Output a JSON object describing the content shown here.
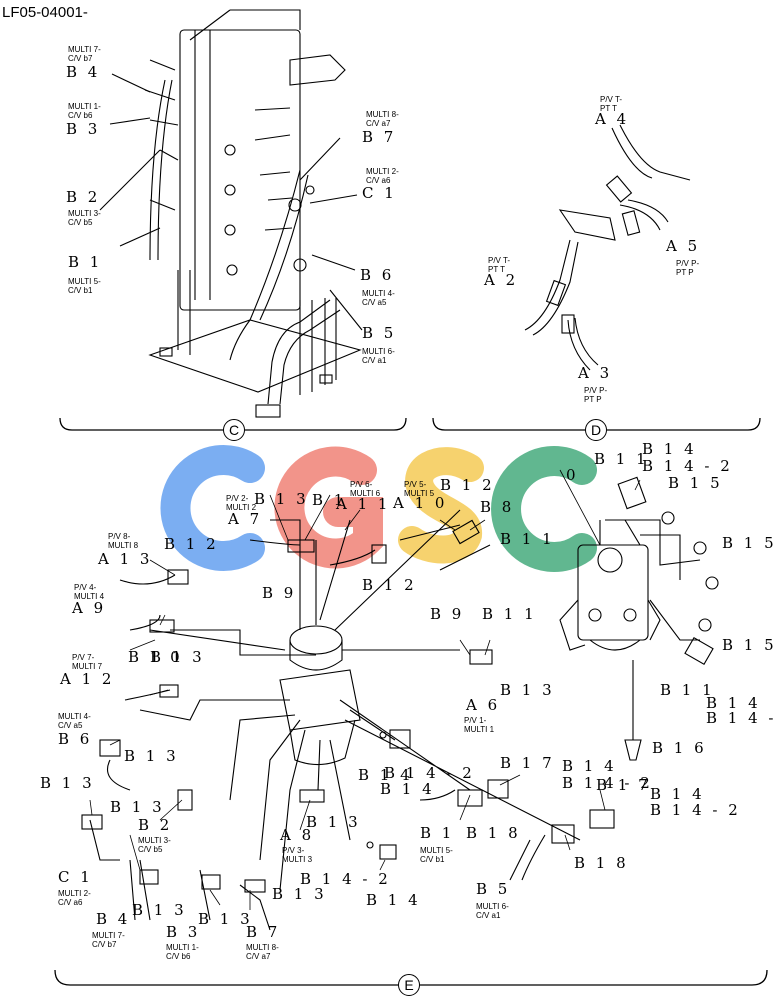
{
  "header": {
    "doc_code": "LF05-04001-"
  },
  "sections": {
    "c": "C",
    "d": "D",
    "e": "E"
  },
  "watermark": {
    "letters": [
      "C",
      "G",
      "S",
      "C"
    ],
    "colors": [
      "#5b9bf0",
      "#f07a6e",
      "#f5c84a",
      "#3aa675"
    ]
  },
  "labels": {
    "c1": {
      "text": "MULTI 7-\nC/V b7"
    },
    "c2": {
      "text": "B 4"
    },
    "c3": {
      "text": "MULTI 1-\nC/V b6"
    },
    "c4": {
      "text": "B 3"
    },
    "c5": {
      "text": "B 2"
    },
    "c6": {
      "text": "MULTI 3-\nC/V b5"
    },
    "c7": {
      "text": "B 1"
    },
    "c8": {
      "text": "MULTI 5-\nC/V b1"
    },
    "c9": {
      "text": "MULTI 8-\nC/V a7"
    },
    "c10": {
      "text": "B 7"
    },
    "c11": {
      "text": "MULTI 2-\nC/V a6"
    },
    "c12": {
      "text": "C 1"
    },
    "c13": {
      "text": "B 6"
    },
    "c14": {
      "text": "MULTI 4-\nC/V a5"
    },
    "c15": {
      "text": "B 5"
    },
    "c16": {
      "text": "MULTI 6-\nC/V a1"
    },
    "d1": {
      "text": "P/V T-\nPT T"
    },
    "d2": {
      "text": "A 4"
    },
    "d3": {
      "text": "P/V T-\nPT T"
    },
    "d4": {
      "text": "A 2"
    },
    "d5": {
      "text": "A 5"
    },
    "d6": {
      "text": "P/V P-\nPT P"
    },
    "d7": {
      "text": "A 3"
    },
    "d8": {
      "text": "P/V P-\nPT P"
    },
    "e1": {
      "text": "P/V 2-\nMULTI 2"
    },
    "e2": {
      "text": "B 1 3"
    },
    "e3": {
      "text": "A 7"
    },
    "e4": {
      "text": "P/V 6-\nMULTI 6"
    },
    "e5": {
      "text": "B 1"
    },
    "e6": {
      "text": "A 1 1"
    },
    "e7": {
      "text": "P/V 5-\nMULTI 5"
    },
    "e8": {
      "text": "A 1 0"
    },
    "e9": {
      "text": "B 1 2"
    },
    "e10": {
      "text": "B 8"
    },
    "e11": {
      "text": "B 1 1"
    },
    "e12": {
      "text": "P/V 8-\nMULTI 8"
    },
    "e13": {
      "text": "A 1 3"
    },
    "e14": {
      "text": "B 1 2"
    },
    "e15": {
      "text": "B 9"
    },
    "e16": {
      "text": "B 1 2"
    },
    "e17": {
      "text": "P/V 4-\nMULTI 4"
    },
    "e18": {
      "text": "A 9"
    },
    "e19": {
      "text": "B 1 3"
    },
    "e20": {
      "text": "P/V 7-\nMULTI 7"
    },
    "e21": {
      "text": "B 1 0"
    },
    "e22": {
      "text": "A 1 2"
    },
    "e23": {
      "text": "MULTI 4-\nC/V a5"
    },
    "e24": {
      "text": "B 6"
    },
    "e25": {
      "text": "B 1 3"
    },
    "e26": {
      "text": "B 1 3"
    },
    "e27": {
      "text": "B 1 3"
    },
    "e28": {
      "text": "B 2"
    },
    "e29": {
      "text": "MULTI 3-\nC/V b5"
    },
    "e30": {
      "text": "C 1"
    },
    "e31": {
      "text": "MULTI 2-\nC/V a6"
    },
    "e32": {
      "text": "B 4"
    },
    "e33": {
      "text": "B 1 3"
    },
    "e34": {
      "text": "MULTI 7-\nC/V b7"
    },
    "e35": {
      "text": "B 3"
    },
    "e36": {
      "text": "B 1 3"
    },
    "e37": {
      "text": "MULTI 1-\nC/V b6"
    },
    "e38": {
      "text": "B 7"
    },
    "e39": {
      "text": "B 1 3"
    },
    "e40": {
      "text": "MULTI 8-\nC/V a7"
    },
    "e41": {
      "text": "A 8"
    },
    "e42": {
      "text": "B 1 3"
    },
    "e43": {
      "text": "P/V 3-\nMULTI 3"
    },
    "e44": {
      "text": "B 1 4 - 2"
    },
    "e45": {
      "text": "B 1 4"
    },
    "e46": {
      "text": "B 1 4"
    },
    "e47": {
      "text": "B 1"
    },
    "e48": {
      "text": "B 1 8"
    },
    "e49": {
      "text": "MULTI 5-\nC/V b1"
    },
    "e50": {
      "text": "B 1 7"
    },
    "e51": {
      "text": "B 1 4"
    },
    "e52": {
      "text": "B 1 4 - 2"
    },
    "e53": {
      "text": "B 1 4 - 2"
    },
    "e54": {
      "text": "B 1 4"
    },
    "e55": {
      "text": "B 9"
    },
    "e56": {
      "text": "B 1 1"
    },
    "e57": {
      "text": "B 1 3"
    },
    "e58": {
      "text": "A 6"
    },
    "e59": {
      "text": "P/V 1-\nMULTI 1"
    },
    "e60": {
      "text": "B 1 7"
    },
    "e61": {
      "text": "B 1 4"
    },
    "e62": {
      "text": "B 1 4 - 2"
    },
    "e63": {
      "text": "B 1 8"
    },
    "e64": {
      "text": "B 5"
    },
    "e65": {
      "text": "MULTI 6-\nC/V a1"
    },
    "e66": {
      "text": "B 1 1"
    },
    "e67": {
      "text": "B 1 4"
    },
    "e68": {
      "text": "B 1 4 - 2"
    },
    "e69": {
      "text": "B 1 5"
    },
    "e70": {
      "text": "B 1 5"
    },
    "e71": {
      "text": "B 1 5"
    },
    "e72": {
      "text": "B 1 1"
    },
    "e73": {
      "text": "B 1 4"
    },
    "e74": {
      "text": "B 1 4 -"
    },
    "e75": {
      "text": "B 1 6"
    },
    "e76": {
      "text": "0"
    }
  }
}
